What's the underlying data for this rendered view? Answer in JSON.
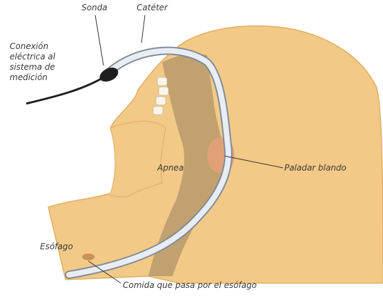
{
  "labels": {
    "sonda": "Sonda",
    "cateter": "Catéter",
    "conexion": "Conexión eléctrica al sistema de medición",
    "paladar": "Paladar blando",
    "apnea": "Apnea",
    "esofago": "Esófago",
    "comida": "Comida que pasa por el esófago"
  },
  "colors": {
    "skin": "#f2c987",
    "skin_dark": "#e3ad62",
    "interior": "#b79a6b",
    "catheter": "#e8edf3",
    "catheter_outline": "#7f8b99",
    "probe": "#1e1e1e",
    "teeth": "#fbf6ea",
    "palate": "#e6a07a",
    "leader": "#333333"
  }
}
